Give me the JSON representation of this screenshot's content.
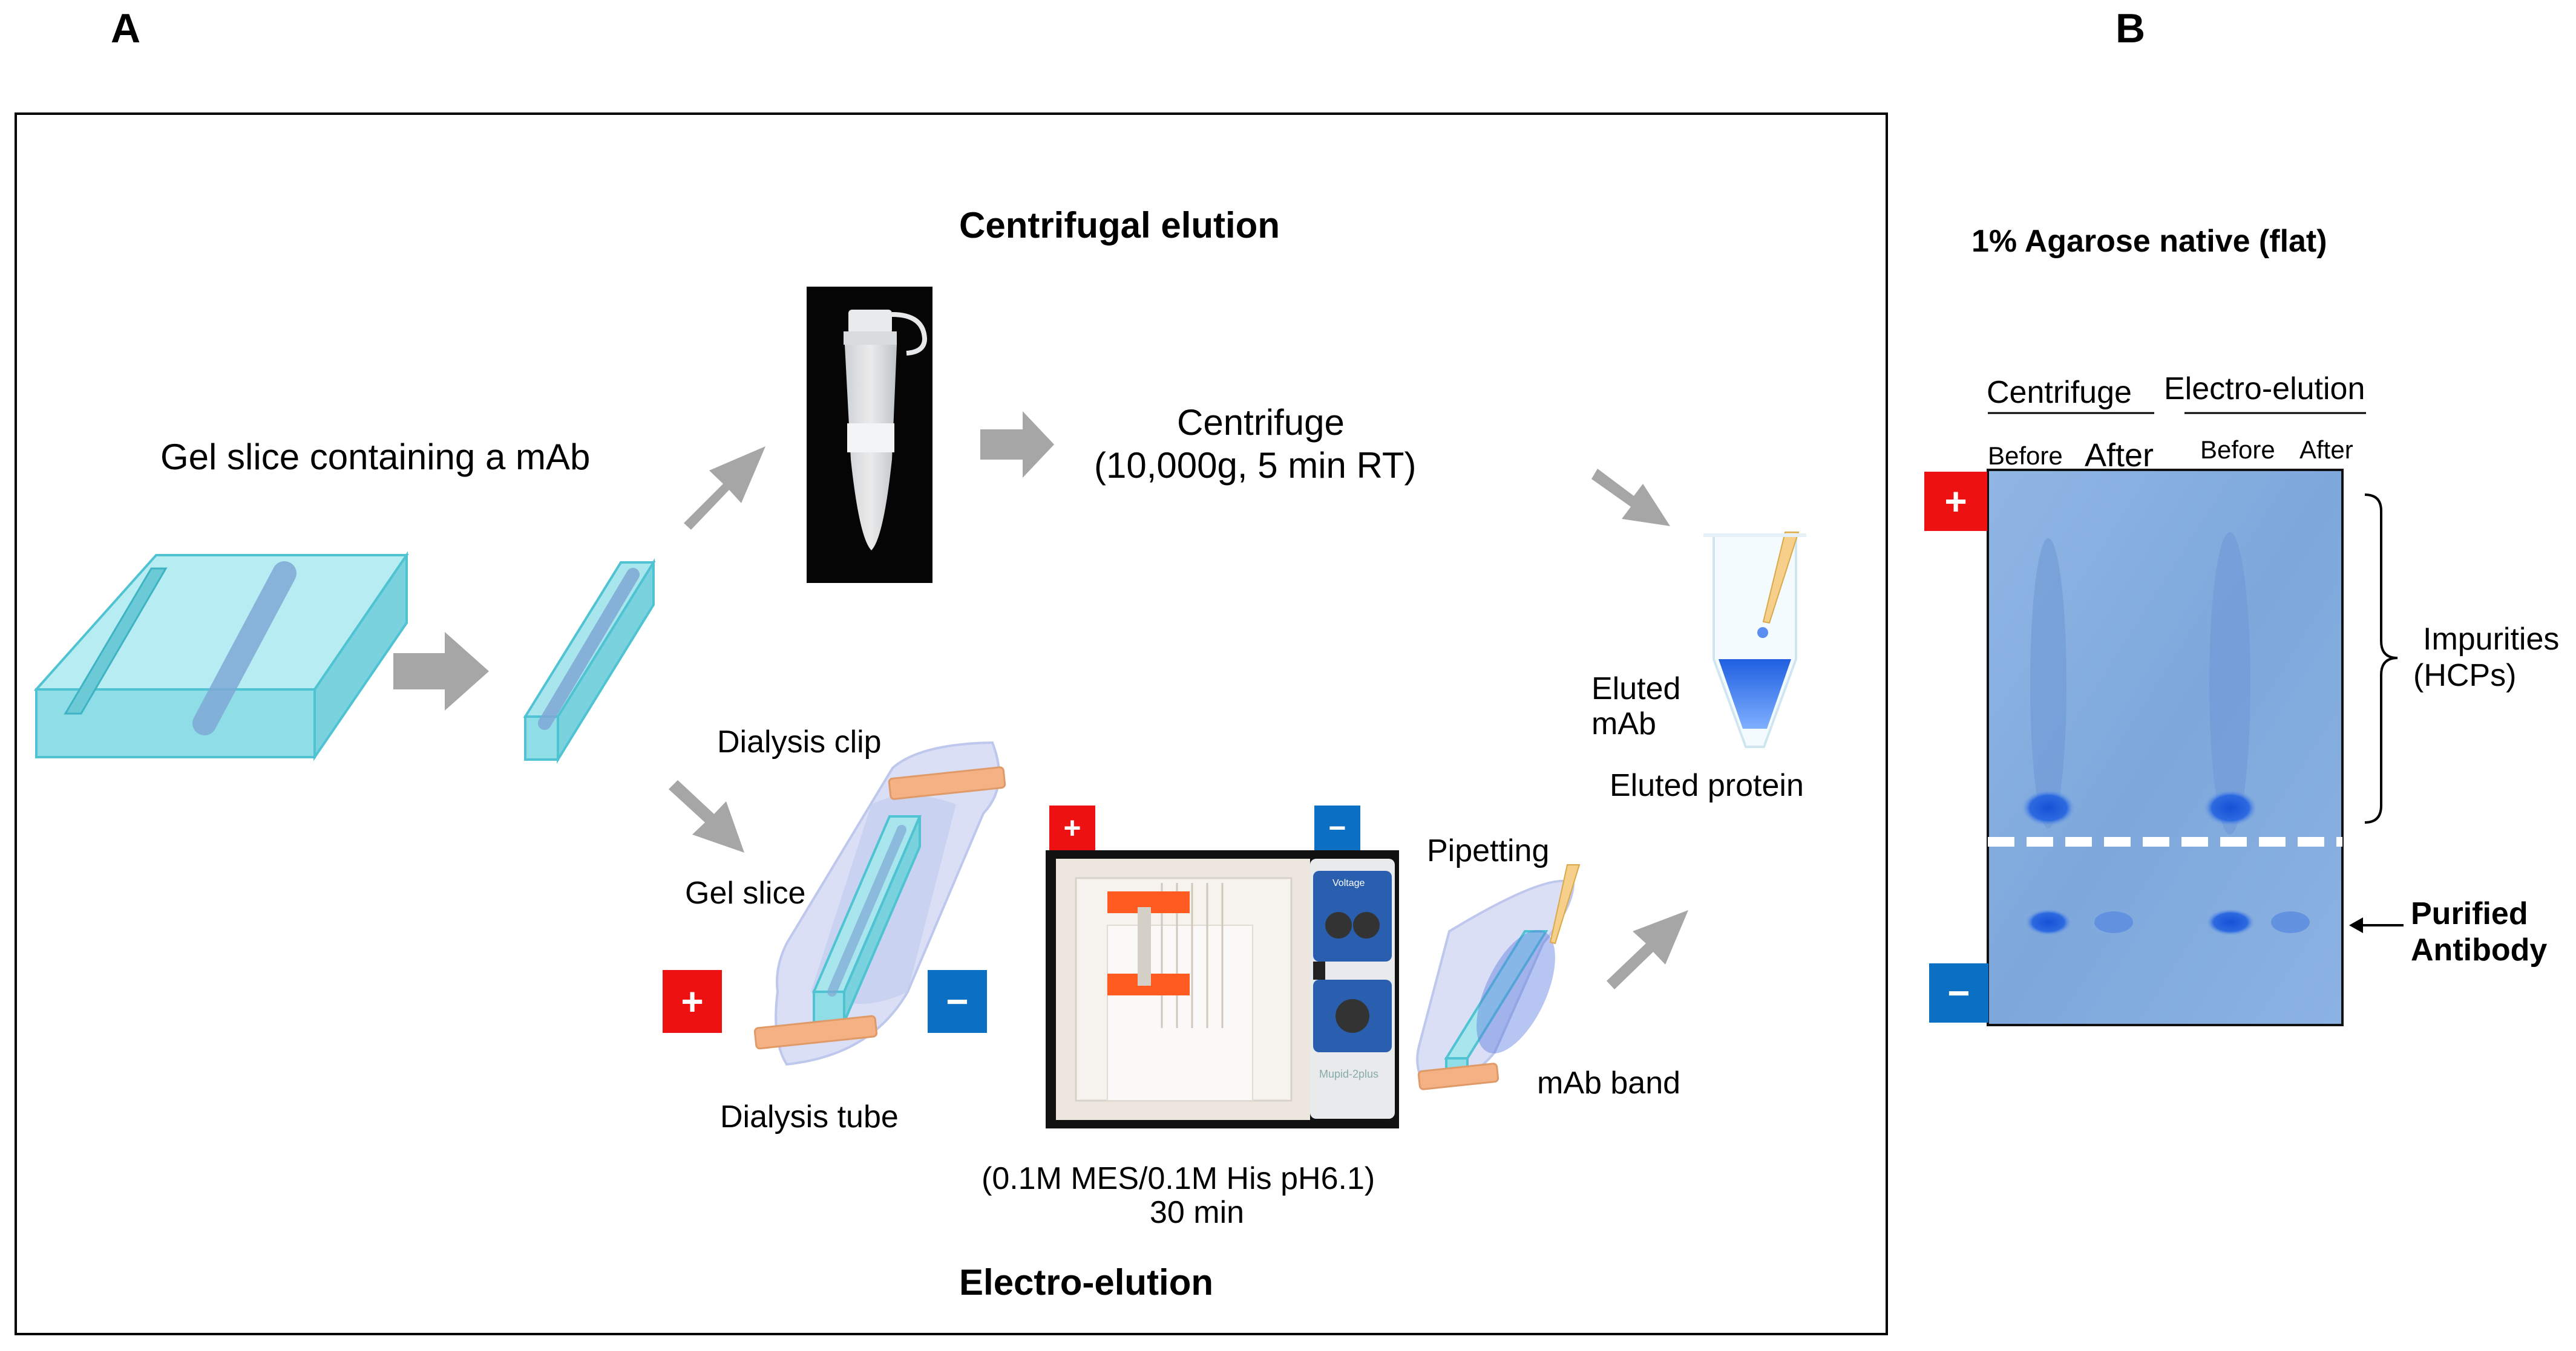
{
  "panel_a": {
    "letter": "A",
    "centrifugal_title": "Centrifugal elution",
    "electro_title": "Electro-elution",
    "gel_slice_mab": "Gel slice containing a mAb",
    "centrifuge_line1": "Centrifuge",
    "centrifuge_line2": "(10,000g, 5 min RT)",
    "eluted_mab_line1": "Eluted",
    "eluted_mab_line2": "mAb",
    "eluted_protein": "Eluted protein",
    "dialysis_clip": "Dialysis clip",
    "gel_slice": "Gel slice",
    "dialysis_tube": "Dialysis tube",
    "pipetting": "Pipetting",
    "mab_band": "mAb band",
    "buffer_line1": "(0.1M MES/0.1M His pH6.1)",
    "buffer_line2": "30 min",
    "plus_sign": "+",
    "minus_sign": "−",
    "device_plus": "+",
    "device_minus": "−",
    "device_label": "Voltage",
    "device_brand": "Mupid-2plus"
  },
  "panel_b": {
    "letter": "B",
    "title": "1% Agarose native (flat)",
    "group_centrifuge": "Centrifuge",
    "group_electro": "Electro-elution",
    "lane_before_1": "Before",
    "lane_after_1": "After",
    "lane_before_2": "Before",
    "lane_after_2": "After",
    "impurities_line1": "Impurities",
    "impurities_line2": "(HCPs)",
    "purified_line1": "Purified",
    "purified_line2": "Antibody",
    "plus_sign": "+",
    "minus_sign": "−"
  },
  "colors": {
    "gel_cyan": "#8fdde6",
    "arrow_gray": "#a6a6a6",
    "plus_red": "#ee1111",
    "minus_blue": "#0b6fc4",
    "agarose_blue": "#7fa9dc",
    "band_blue": "#1e63d6",
    "clip_orange": "#f4b183"
  }
}
